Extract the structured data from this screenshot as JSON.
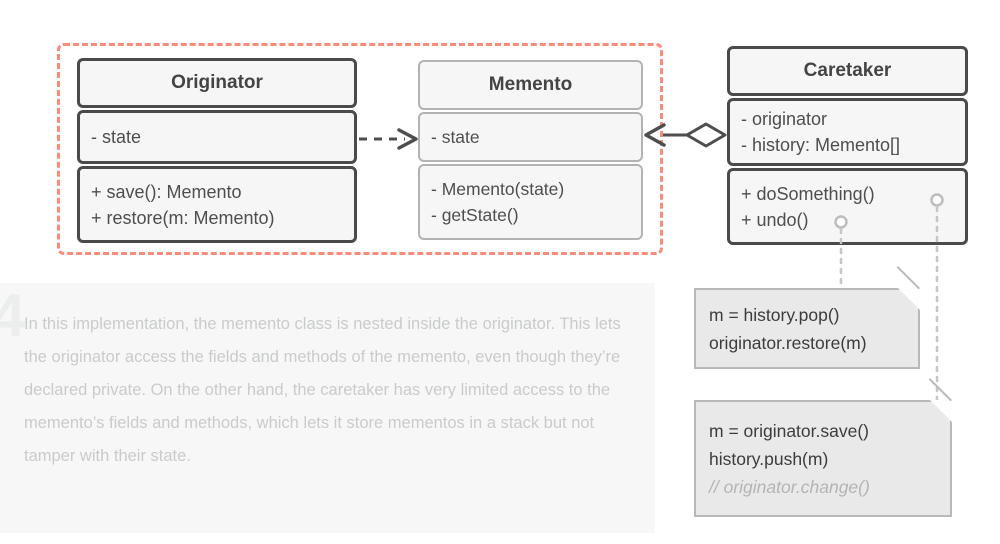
{
  "diagram": {
    "title_hidden": "",
    "classes": [
      {
        "id": "originator",
        "name": "Originator",
        "attributes": [
          "- state"
        ],
        "methods": [
          "+ save(): Memento",
          "+ restore(m: Memento)"
        ]
      },
      {
        "id": "memento",
        "name": "Memento",
        "attributes": [
          "- state"
        ],
        "methods": [
          "- Memento(state)",
          "- getState()"
        ]
      },
      {
        "id": "caretaker",
        "name": "Caretaker",
        "attributes": [
          "- originator",
          "- history: Memento[]"
        ],
        "methods": [
          "+ doSomething()",
          "+ undo()"
        ]
      }
    ],
    "relationships": [
      {
        "id": "originator-to-memento",
        "type": "dependency",
        "style": "dashed-open-arrow",
        "from": "Originator",
        "to": "Memento"
      },
      {
        "id": "caretaker-to-memento",
        "type": "aggregation",
        "style": "hollow-diamond-open-arrow",
        "from": "Caretaker",
        "to": "Memento"
      }
    ],
    "notes": [
      {
        "id": "note-undo",
        "anchor": "+ undo()",
        "lines": [
          {
            "text": "m = history.pop()",
            "comment": false
          },
          {
            "text": "originator.restore(m)",
            "comment": false
          }
        ]
      },
      {
        "id": "note-dosomething",
        "anchor": "+ doSomething()",
        "lines": [
          {
            "text": "m = originator.save()",
            "comment": false
          },
          {
            "text": "history.push(m)",
            "comment": false
          },
          {
            "text": "// originator.change()",
            "comment": true
          }
        ]
      }
    ],
    "group_highlight": {
      "label": "",
      "color": "#f98b79",
      "style": "dashed"
    }
  },
  "caption": {
    "number": "4",
    "text": "In this implementation, the memento class is nested inside the originator. This lets the originator access the fields and methods of the memento, even though they’re declared private. On the other hand, the caretaker has very limited access to the memento’s fields and methods, which lets it store mementos in a stack but not tamper with their state."
  },
  "colors": {
    "highlight": "#f98b79",
    "box_border_dark": "#4a4a4a",
    "box_border_light": "#b3b3b3",
    "box_fill": "#f6f6f6",
    "note_fill": "#e9e9e9",
    "note_border": "#b9b9b9",
    "connector": "#4e4e4e",
    "caption_text": "#c9cbcc",
    "band_fill": "#f7f7f7"
  }
}
